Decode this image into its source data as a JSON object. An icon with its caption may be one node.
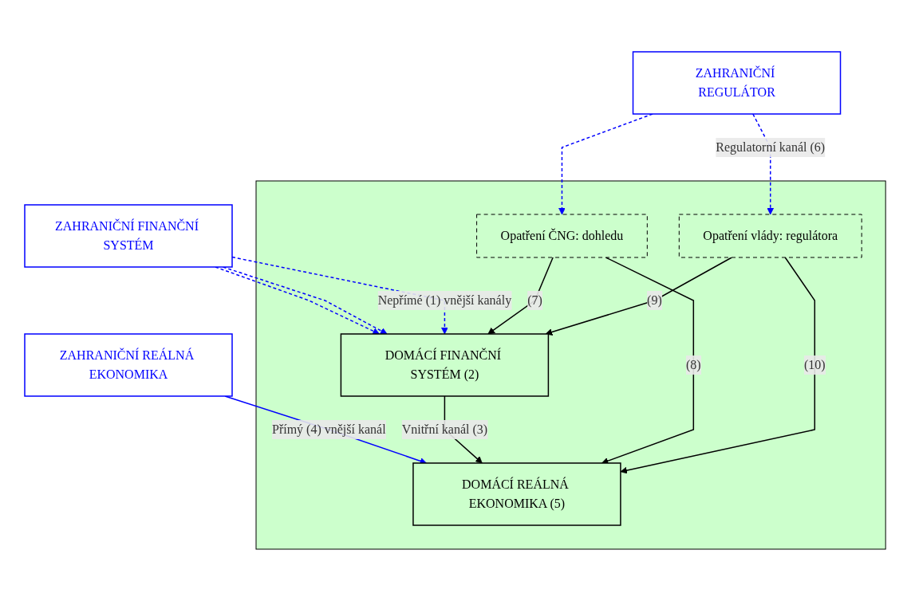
{
  "diagram": {
    "nodes": [
      {
        "text": [
          "ZAHRANIČNÍ FINANČNÍ SYSTÉM"
        ]
      },
      {
        "text": [
          "ZAHRANIČNÍ REGULÁTOR"
        ]
      },
      {
        "text": [
          "ZAHRANIČNÍ REÁLNÁ EKONOMIKA"
        ]
      },
      {
        "text": [],
        "shape": "box"
      },
      {
        "text": [
          "DOMÁCÍ FINANČNÍ SYSTÉM (2)"
        ],
        "in": 3
      },
      {
        "text": [
          "DOMÁCÍ REÁLNÁ EKONOMIKA (5)"
        ],
        "in": 3
      },
      {
        "text": [
          "Opatření ČNG: dohledu"
        ],
        "in": 3
      },
      {
        "text": [
          "Opatření vlády: regulátora"
        ],
        "in": 3
      }
    ],
    "edges": [
      {
        "from": 0,
        "to": 4,
        "arrow": "to",
        "style": "dashed",
        "color": "#0000ff"
      },
      {
        "from": 0,
        "to": 4,
        "arrow": "to",
        "style": "dashed",
        "color": "#0000ff"
      },
      {
        "from": 0,
        "to": 4,
        "arrow": "to",
        "style": "dashed",
        "color": "#0000ff",
        "label": "Nepřímé (1) vnější kanály"
      },
      {
        "from": 1,
        "to": 6,
        "arrow": "to",
        "style": "dashed",
        "color": "#0000ff"
      },
      {
        "from": 1,
        "to": 7,
        "arrow": "to",
        "style": "dashed",
        "color": "#0000ff",
        "label": "Regulatorní kanál (6)"
      },
      {
        "from": 2,
        "to": 5,
        "arrow": "to",
        "color": "#0000ff",
        "label": "Přímý (4) vnější kanál"
      },
      {
        "from": 4,
        "to": 5,
        "arrow": "to",
        "color": "#000000",
        "label": "Vnitřní kanál (3)"
      },
      {
        "from": 6,
        "to": 4,
        "arrow": "to",
        "color": "#000000",
        "label": "(7)"
      },
      {
        "from": 6,
        "to": 5,
        "arrow": "to",
        "color": "#000000",
        "label": "(8)"
      },
      {
        "from": 7,
        "to": 4,
        "arrow": "to",
        "color": "#000000",
        "label": "(9)"
      },
      {
        "from": 7,
        "to": 5,
        "arrow": "to",
        "color": "#000000",
        "label": "(10)"
      }
    ]
  }
}
